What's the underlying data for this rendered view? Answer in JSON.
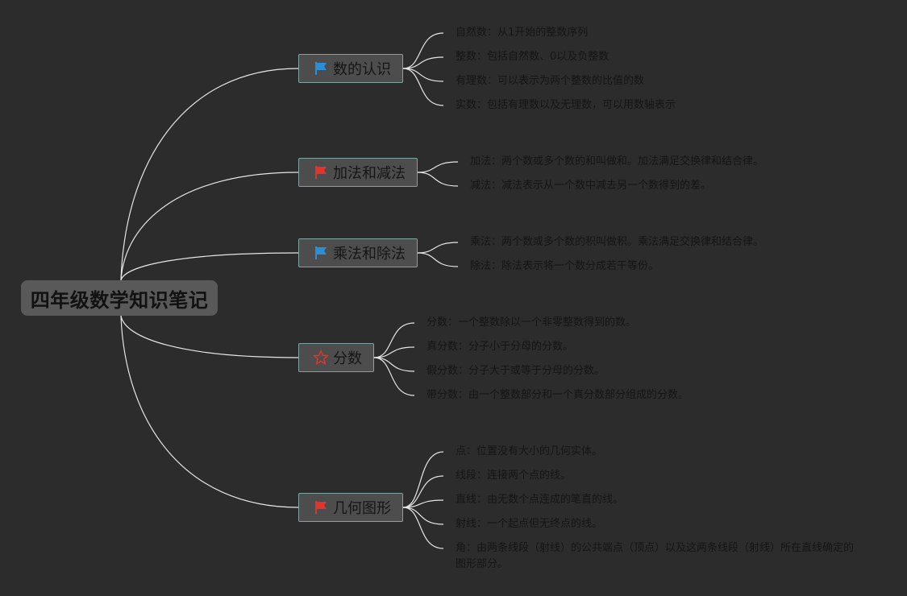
{
  "root": {
    "label": "四年级数学知识笔记"
  },
  "colors": {
    "background": "#2c2c2c",
    "root_fill": "#595959",
    "branch_fill": "#4d4d4d",
    "branch_border": "#7fa3a0",
    "connector": "#e6e6e6",
    "flag_blue": "#2b8fd6",
    "flag_red": "#e3342a",
    "star_red": "#e3342a"
  },
  "branches": [
    {
      "label": "数的认识",
      "icon": "blue-flag-icon",
      "leaves": [
        "自然数：从1开始的整数序列",
        "整数：包括自然数、0以及负整数",
        "有理数：可以表示为两个整数的比值的数",
        "实数：包括有理数以及无理数，可以用数轴表示"
      ]
    },
    {
      "label": "加法和减法",
      "icon": "red-flag-icon",
      "leaves": [
        "加法：两个数或多个数的和叫做和。加法满足交换律和结合律。",
        "减法：减法表示从一个数中减去另一个数得到的差。"
      ]
    },
    {
      "label": "乘法和除法",
      "icon": "blue-flag-icon",
      "leaves": [
        "乘法：两个数或多个数的积叫做积。乘法满足交换律和结合律。",
        "除法：除法表示将一个数分成若干等份。"
      ]
    },
    {
      "label": "分数",
      "icon": "red-star-icon",
      "leaves": [
        "分数：一个整数除以一个非零整数得到的数。",
        "真分数：分子小于分母的分数。",
        "假分数：分子大于或等于分母的分数。",
        "带分数：由一个整数部分和一个真分数部分组成的分数。"
      ]
    },
    {
      "label": "几何图形",
      "icon": "red-flag-icon",
      "leaves": [
        "点：位置没有大小的几何实体。",
        "线段：连接两个点的线。",
        "直线：由无数个点连成的笔直的线。",
        "射线：一个起点但无终点的线。",
        "角：由两条线段（射线）的公共端点（顶点）以及这两条线段（射线）所在直线确定的图形部分。"
      ]
    }
  ]
}
